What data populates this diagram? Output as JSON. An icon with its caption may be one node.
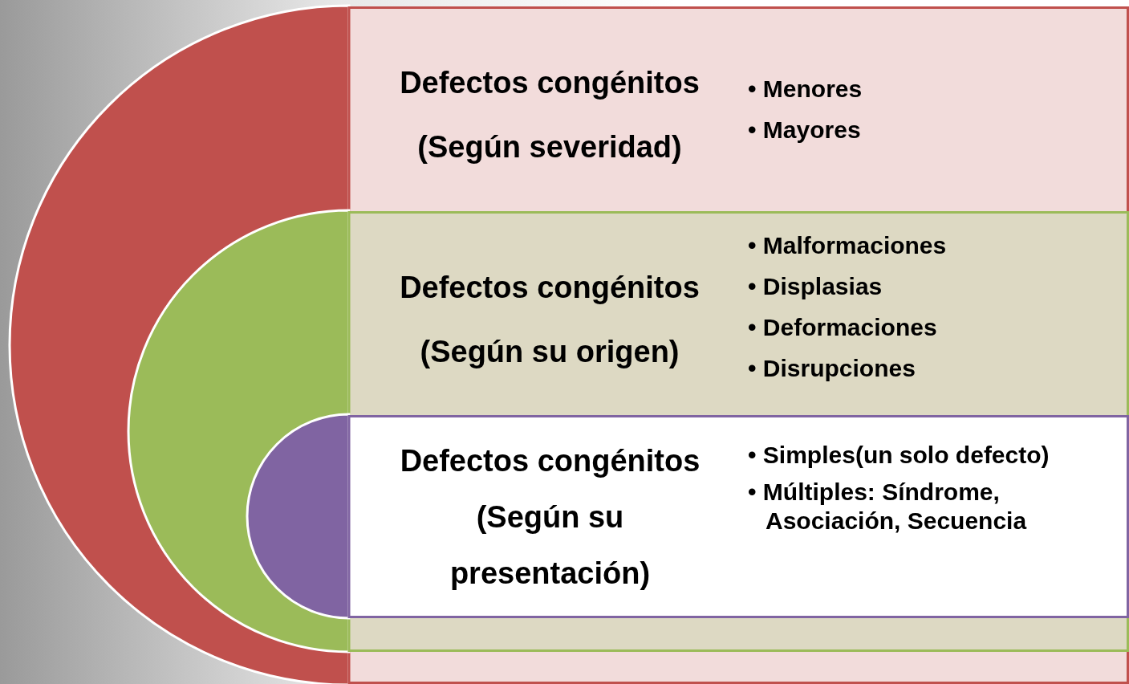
{
  "diagram": {
    "nodes": [
      {
        "text": [
          "Defectos congénitos (Según severidad)",
          "• Menores",
          "• Mayores"
        ]
      },
      {
        "text": [
          "Defectos congénitos (Según su origen)",
          "• Malformaciones",
          "• Displasias",
          "• Deformaciones",
          "• Disrupciones"
        ],
        "in": 0
      },
      {
        "text": [
          "Defectos congénitos (Según su presentación)",
          "• Simples(un solo defecto)",
          "• Múltiples: Síndrome, Asociación, Secuencia"
        ],
        "in": 1
      }
    ]
  }
}
